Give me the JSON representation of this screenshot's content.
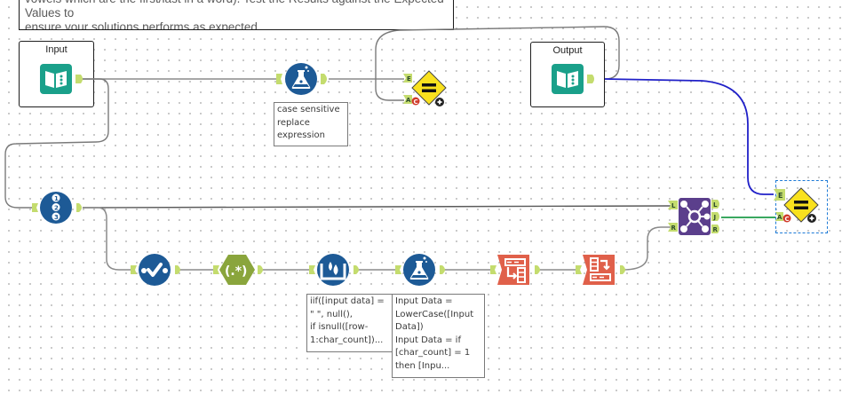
{
  "canvas": {
    "comment": {
      "line1": "vowels which are the first/last in a word). Test the Results against the Expected Values to",
      "line2": "ensure your solutions performs as expected."
    },
    "containers": [
      {
        "title": "Input",
        "tool": "input-data-icon"
      },
      {
        "title": "Output",
        "tool": "output-data-icon"
      }
    ],
    "tools": [
      {
        "id": "formula-top",
        "icon": "formula-flask-icon",
        "color": "#1d5a96",
        "annotation": "case sensitive\nreplace\nexpression"
      },
      {
        "id": "test-top",
        "icon": "test-equals-icon",
        "color": "#f9e11e",
        "anchors": [
          "E",
          "A"
        ]
      },
      {
        "id": "record-id",
        "icon": "record-id-icon",
        "color": "#1d5a96"
      },
      {
        "id": "join",
        "icon": "join-icon",
        "color": "#5b3f8c",
        "inputs": [
          "L",
          "R"
        ],
        "outputs": [
          "L",
          "J",
          "R"
        ]
      },
      {
        "id": "test-right",
        "icon": "test-equals-icon",
        "color": "#f9e11e",
        "anchors": [
          "E",
          "A"
        ]
      },
      {
        "id": "select",
        "icon": "select-check-icon",
        "color": "#1d5a96"
      },
      {
        "id": "regex",
        "icon": "regex-icon",
        "color": "#8aa53c",
        "label": "(.*)"
      },
      {
        "id": "multi-row",
        "icon": "multi-row-formula-icon",
        "color": "#1d5a96",
        "annotation": "iif([input data] =\n\" \", null(),\nif isnull([row-\n1:char_count])..."
      },
      {
        "id": "formula-bottom",
        "icon": "formula-flask-icon",
        "color": "#1d5a96",
        "annotation": "Input Data =\nLowerCase([Input\nData])\nInput Data = if\n[char_count] = 1\nthen [Inpu..."
      },
      {
        "id": "cross-tab",
        "icon": "cross-tab-icon",
        "color": "#e0604a"
      },
      {
        "id": "transpose",
        "icon": "transpose-icon",
        "color": "#e0604a"
      }
    ],
    "colors": {
      "anchor": "#c4dc6e",
      "wire": "#8a8a8a",
      "wire_selected_blue": "#2020c8",
      "wire_green": "#3aa860",
      "error_badge": "#d03a2a"
    }
  }
}
